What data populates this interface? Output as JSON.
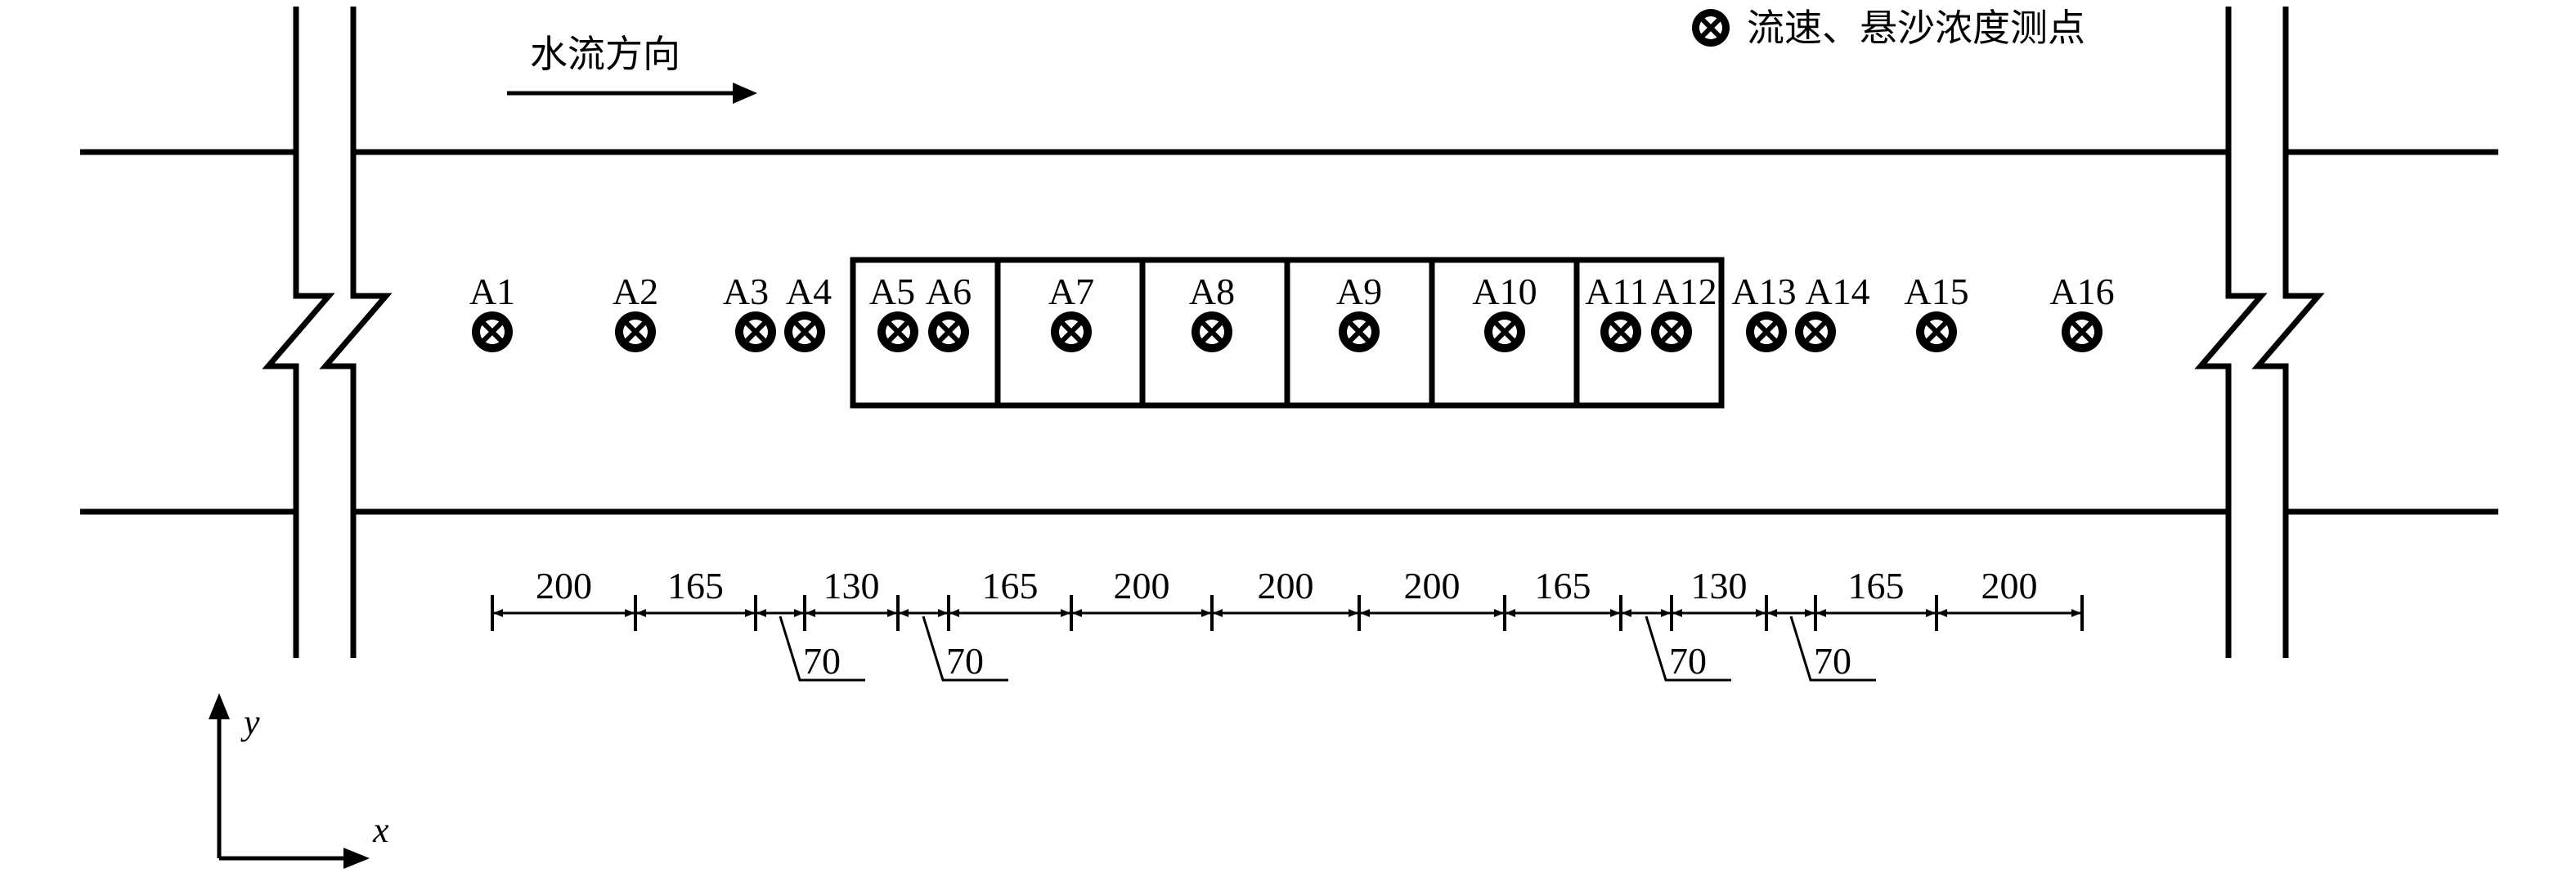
{
  "flow_direction": {
    "label": "水流方向"
  },
  "legend": {
    "icon": "crossed-circle-icon",
    "label": "流速、悬沙浓度测点"
  },
  "axes": {
    "x": "x",
    "y": "y"
  },
  "points": [
    "A1",
    "A2",
    "A3",
    "A4",
    "A5",
    "A6",
    "A7",
    "A8",
    "A9",
    "A10",
    "A11",
    "A12",
    "A13",
    "A14",
    "A15",
    "A16"
  ],
  "dimensions": {
    "segments": [
      "200",
      "165",
      "70",
      "130",
      "70",
      "165",
      "200",
      "200",
      "200",
      "165",
      "70",
      "130",
      "70",
      "165",
      "200"
    ],
    "small_labels": [
      "70",
      "70",
      "70",
      "70"
    ]
  },
  "colors": {
    "line": "#000000",
    "background": "#ffffff"
  }
}
